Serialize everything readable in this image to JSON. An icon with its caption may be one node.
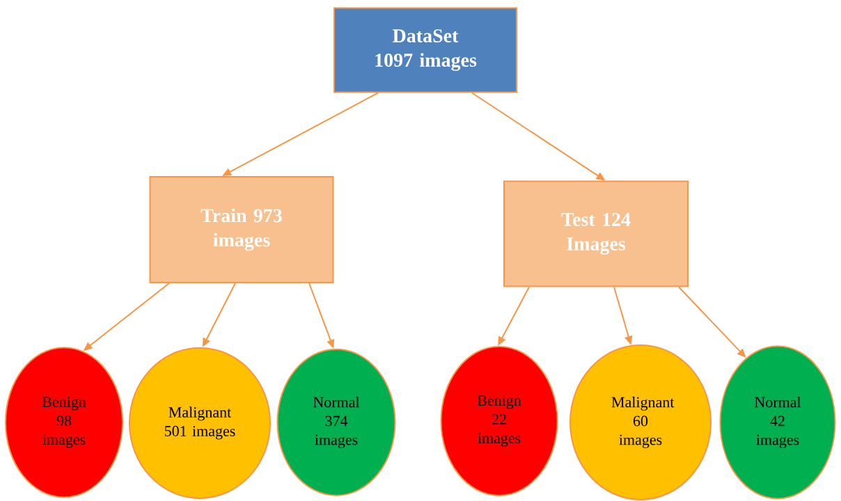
{
  "diagram": {
    "nodes": [
      {
        "text": [
          "DataSet 1097 images"
        ]
      },
      {
        "text": [
          "Train 973 images"
        ]
      },
      {
        "text": [
          "Test 124 Images"
        ]
      },
      {
        "text": [
          "Benign 98 images"
        ]
      },
      {
        "text": [
          "Malignant 501 images"
        ]
      },
      {
        "text": [
          "Normal 374 images"
        ]
      },
      {
        "text": [
          "Benign 22 images"
        ]
      },
      {
        "text": [
          "Malignant 60 images"
        ]
      },
      {
        "text": [
          "Normal 42 images"
        ]
      }
    ],
    "edges": [
      {
        "from": 0,
        "to": 1,
        "arrow": "to"
      },
      {
        "from": 0,
        "to": 2,
        "arrow": "to"
      },
      {
        "from": 1,
        "to": 3,
        "arrow": "to"
      },
      {
        "from": 1,
        "to": 4,
        "arrow": "to"
      },
      {
        "from": 1,
        "to": 5,
        "arrow": "to"
      },
      {
        "from": 2,
        "to": 6,
        "arrow": "to"
      },
      {
        "from": 2,
        "to": 7,
        "arrow": "to"
      },
      {
        "from": 2,
        "to": 8,
        "arrow": "to"
      }
    ]
  }
}
